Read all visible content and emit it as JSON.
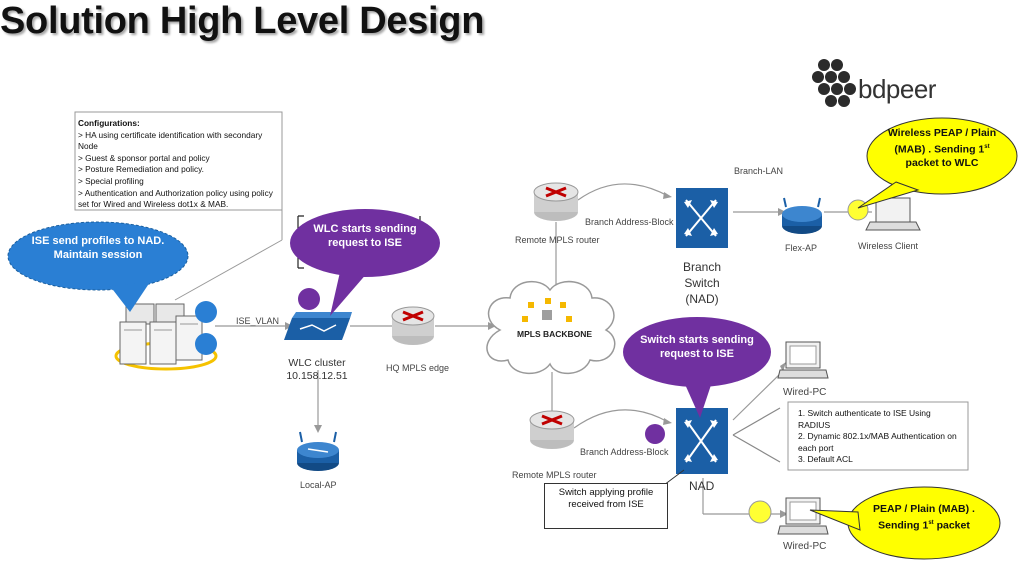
{
  "title": "Solution High Level Design",
  "logo": {
    "text": "bdpeer"
  },
  "config_box": {
    "heading": "Configurations:",
    "items": [
      "> HA using certificate identification with secondary Node",
      "> Guest & sponsor portal and policy",
      "> Posture Remediation and policy.",
      "> Special profiling",
      "> Authentication and Authorization policy using policy set for Wired and Wireless dot1x & MAB."
    ]
  },
  "callouts": {
    "ise": "ISE send profiles to NAD. Maintain session",
    "wlc": "WLC starts sending request to ISE",
    "switch": "Switch starts sending request to ISE",
    "wireless_peap": "Wireless PEAP / Plain (MAB) . Sending 1st packet to WLC",
    "wired_peap": "PEAP / Plain (MAB) . Sending 1st packet"
  },
  "labels": {
    "ise_vlan": "ISE_VLAN",
    "wlc_cluster": "WLC cluster",
    "wlc_ip": "10.158.12.51",
    "hq_edge": "HQ MPLS edge",
    "local_ap": "Local-AP",
    "mpls_backbone": "MPLS BACKBONE",
    "remote_router_top": "Remote MPLS router",
    "remote_router_bottom": "Remote MPLS router",
    "branch_block_top": "Branch Address-Block",
    "branch_block_bottom": "Branch Address-Block",
    "branch_lan": "Branch-LAN",
    "branch_switch": "Branch Switch (NAD)",
    "flex_ap": "Flex-AP",
    "wireless_client": "Wireless Client",
    "wired_pc_top": "Wired-PC",
    "wired_pc_bottom": "Wired-PC",
    "nad": "NAD"
  },
  "switch_notes": [
    "1. Switch authenticate to ISE Using RADIUS",
    "2. Dynamic 802.1x/MAB Authentication on each port",
    "3. Default ACL"
  ],
  "profile_box": "Switch applying profile received from ISE",
  "colors": {
    "blue_callout": "#1f7fc9",
    "purple_callout": "#7030a0",
    "yellow_callout": "#ffff00",
    "device_blue": "#1b5fa6"
  }
}
